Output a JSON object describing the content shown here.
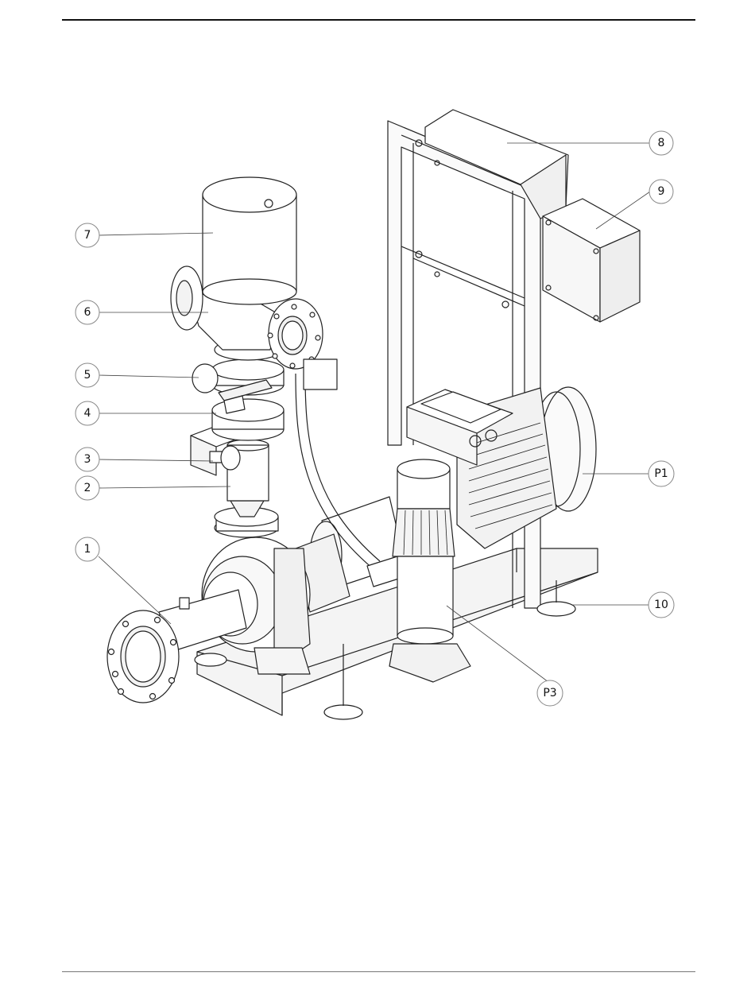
{
  "figure": {
    "callouts": [
      {
        "id": "1",
        "label": "1"
      },
      {
        "id": "2",
        "label": "2"
      },
      {
        "id": "3",
        "label": "3"
      },
      {
        "id": "4",
        "label": "4"
      },
      {
        "id": "5",
        "label": "5"
      },
      {
        "id": "6",
        "label": "6"
      },
      {
        "id": "7",
        "label": "7"
      },
      {
        "id": "8",
        "label": "8"
      },
      {
        "id": "9",
        "label": "9"
      },
      {
        "id": "10",
        "label": "10"
      },
      {
        "id": "P1",
        "label": "P1"
      },
      {
        "id": "P3",
        "label": "P3"
      }
    ]
  }
}
